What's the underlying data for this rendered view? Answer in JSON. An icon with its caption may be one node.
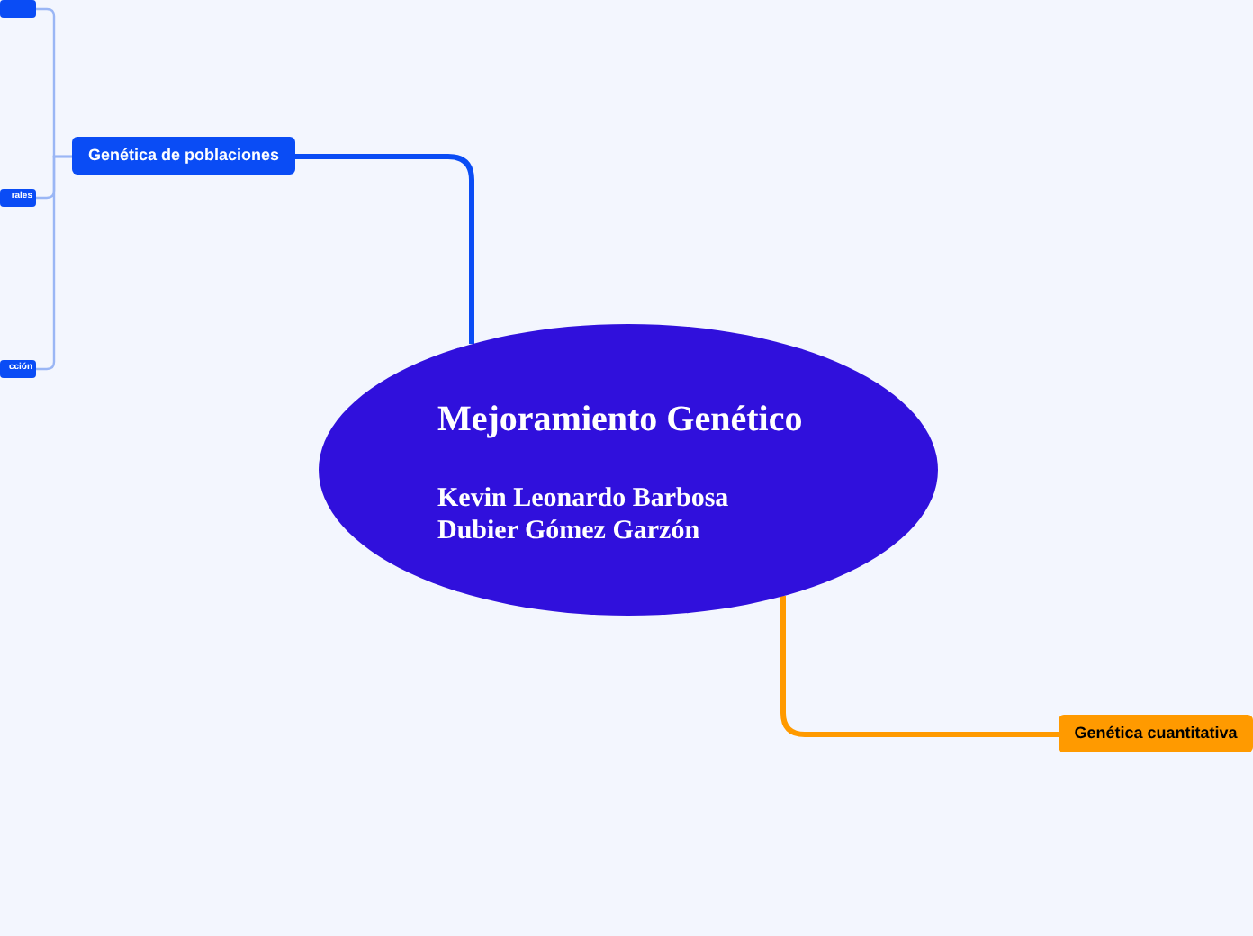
{
  "diagram": {
    "nodes": [
      {
        "text": [
          "Mejoramiento Genético",
          "Kevin Leonardo Barbosa Dubier Gómez Garzón"
        ]
      },
      {
        "text": [
          "Genética de poblaciones"
        ]
      },
      {
        "text": [],
        "shape": "box"
      },
      {
        "text": [
          "rales"
        ]
      },
      {
        "text": [
          "cción"
        ]
      },
      {
        "text": [
          "Genética cuantitativa"
        ]
      }
    ],
    "edges": [
      {
        "from": 0,
        "to": 1,
        "arrow": "none",
        "style": "thick",
        "color": "#0a4cf5"
      },
      {
        "from": 0,
        "to": 5,
        "arrow": "none",
        "style": "thick",
        "color": "#ff9a00"
      },
      {
        "from": 1,
        "to": 2,
        "arrow": "none"
      },
      {
        "from": 1,
        "to": 3,
        "arrow": "none"
      },
      {
        "from": 1,
        "to": 4,
        "arrow": "none"
      }
    ]
  }
}
